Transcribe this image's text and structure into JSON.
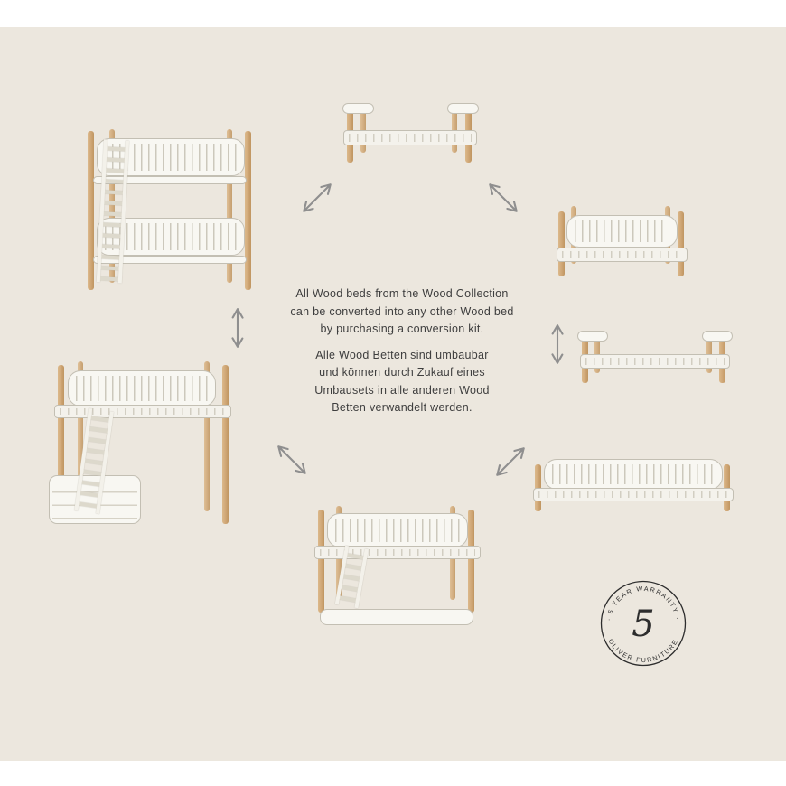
{
  "colors": {
    "background": "#ECE7DE",
    "page_margin": "#FFFFFF",
    "oak_wood": "#D0A977",
    "frame_white": "#F8F7F2",
    "outline_gray": "#C3BFB3",
    "arrow_gray": "#8F8F8F",
    "text_dark": "#3E3E3E",
    "badge_ink": "#2D2D2D"
  },
  "intro": {
    "en_lines": [
      "All Wood beds from the Wood Collection",
      "can be converted into any other Wood bed",
      "by purchasing a conversion kit."
    ],
    "de_lines": [
      "Alle Wood Betten sind umbaubar",
      "und können durch Zukauf eines",
      "Umbausets in alle anderen Wood",
      "Betten verwandelt werden."
    ]
  },
  "badge": {
    "top_text": "· 5 YEAR WARRANTY ·",
    "bottom_text": "OLIVER FURNITURE",
    "number": "5"
  },
  "illustrations": {
    "beds": [
      {
        "id": "bunk-bed"
      },
      {
        "id": "day-bed"
      },
      {
        "id": "junior-bed"
      },
      {
        "id": "single-bed"
      },
      {
        "id": "sofa-bed"
      },
      {
        "id": "low-loft-bed"
      },
      {
        "id": "loft-bed"
      }
    ],
    "arrow_count": 6
  }
}
